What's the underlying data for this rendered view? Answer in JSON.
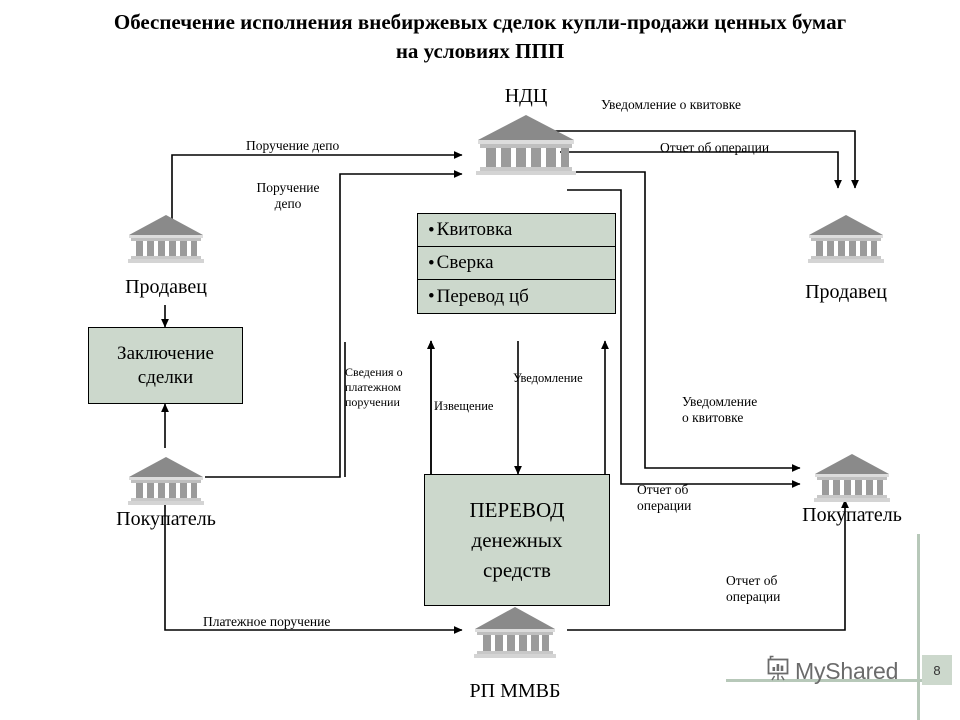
{
  "title": {
    "line1": "Обеспечение исполнения внебиржевых сделок купли-продажи ценных бумаг",
    "line2": "на условиях ППП"
  },
  "nodes": {
    "ndc": "НДЦ",
    "seller_left": "Продавец",
    "seller_right": "Продавец",
    "buyer_left": "Покупатель",
    "buyer_right": "Покупатель",
    "rp_mmvb": "РП ММВБ"
  },
  "boxes": {
    "deal": "Заключение\nсделки",
    "funds_transfer": "ПЕРЕВОД\nденежных\nсредств",
    "ndc_ops": [
      {
        "bullet": "•",
        "label": "Квитовка"
      },
      {
        "bullet": "•",
        "label": "Сверка"
      },
      {
        "bullet": "•",
        "label": "Перевод цб"
      }
    ]
  },
  "edges": {
    "depo_order_top": "Поручение депо",
    "depo_order_second": "Поручение\nдепо",
    "receipt_notice_top": "Уведомление о квитовке",
    "operation_report_top": "Отчет об операции",
    "payment_order_info": "Сведения о\nплатежном\nпоручении",
    "notice_izveshenie": "Извещение",
    "notice_uvedomlenie": "Уведомление",
    "receipt_notice_buyer": "Уведомление\nо квитовке",
    "operation_report_buyer": "Отчет об\nоперации",
    "operation_report_bottom": "Отчет об\nоперации",
    "payment_order_bottom": "Платежное поручение"
  },
  "watermark": {
    "text": "MyShared",
    "icon": "presentation-chart-icon",
    "page_number": "8"
  },
  "colors": {
    "box_fill": "#ccd8cc",
    "line": "#000000",
    "bank_roof": "#8a8a8a",
    "bank_column": "#9b9b9b",
    "bank_base": "#c8c8c8",
    "watermark_rule": "#b7c8b9",
    "watermark_text": "#6b6b6b"
  }
}
